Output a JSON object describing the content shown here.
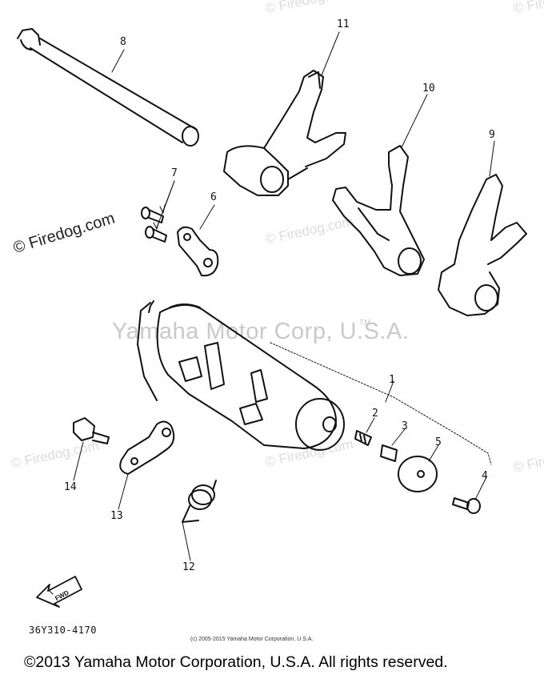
{
  "watermarks": {
    "firedog": "© Firedog.com",
    "firedog_short": "© Firedo",
    "yamaha_main": "Yamaha Motor Corp, U.S.A.",
    "yamaha_tm": "TM"
  },
  "callouts": [
    "1",
    "2",
    "3",
    "4",
    "5",
    "6",
    "7",
    "8",
    "9",
    "10",
    "11",
    "12",
    "13",
    "14"
  ],
  "fwd_label": "FWD",
  "diagram_code": "36Y310-4170",
  "small_copyright": "(c) 2005-2015 Yamaha Motor Corporation, U.S.A.",
  "footer_copyright": "©2013 Yamaha Motor Corporation, U.S.A. All rights reserved."
}
